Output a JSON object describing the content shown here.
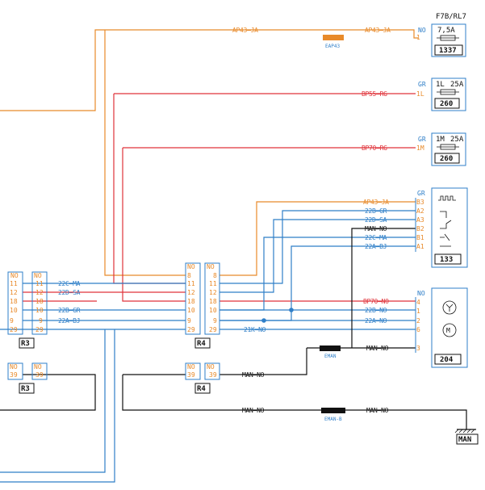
{
  "fuses": [
    {
      "name": "F7B/RL7",
      "rating": "7,5A",
      "pin": "1",
      "pin_color": "NO",
      "ref": "1337"
    },
    {
      "name": "1L",
      "rating": "25A",
      "pin": "1L",
      "pin_color": "GR",
      "ref": "260"
    },
    {
      "name": "1M",
      "rating": "25A",
      "pin": "1M",
      "pin_color": "GR",
      "ref": "260"
    }
  ],
  "relay": {
    "ref": "133",
    "color": "GR",
    "pins": [
      "B3",
      "A2",
      "A3",
      "B2",
      "B1",
      "A1"
    ]
  },
  "motor": {
    "ref": "204",
    "color": "NO",
    "pins": [
      "4",
      "1",
      "2",
      "6",
      "3"
    ]
  },
  "connectors": {
    "r3": {
      "label": "R3",
      "color_left": "NO",
      "color_right": "NO",
      "pins": [
        "11",
        "12",
        "18",
        "10",
        "9",
        "29"
      ]
    },
    "r4": {
      "label": "R4",
      "color_left": "NO",
      "color_right": "NO",
      "pins": [
        "8",
        "11",
        "12",
        "18",
        "10",
        "9",
        "29"
      ]
    },
    "r3b": {
      "label": "R3",
      "color_left": "NO",
      "color_right": "NO",
      "pins": [
        "39"
      ]
    },
    "r4b": {
      "label": "R4",
      "color_left": "NO",
      "color_right": "NO",
      "pins": [
        "39"
      ]
    }
  },
  "splices": {
    "eap43": "EAP43",
    "eman": "EMAN",
    "eman_b": "EMAN-B"
  },
  "ground": "MAN",
  "wires": {
    "ap43_ja": "AP43—JA",
    "bp55_rg": "BP55—RG",
    "bp70_rg": "BP70—RG",
    "ap43_ja_r": "AP43—JA",
    "w22b_gr": "22B—GR",
    "w22d_sa": "22D—SA",
    "man_no": "MAN—NO",
    "w22c_ma": "22C—MA",
    "w22a_bj": "22A—BJ",
    "bp70_no": "BP70—NO",
    "w22b_no": "22B—NO",
    "w22a_no": "22A—NO",
    "w21k_no": "21K—NO",
    "w22b_gr_l": "22B—GR",
    "w22a_bj_l": "22A—BJ"
  },
  "colors": {
    "orange": "#e88a2a",
    "red": "#e0333a",
    "blue": "#2f7fc8",
    "black": "#111111"
  }
}
